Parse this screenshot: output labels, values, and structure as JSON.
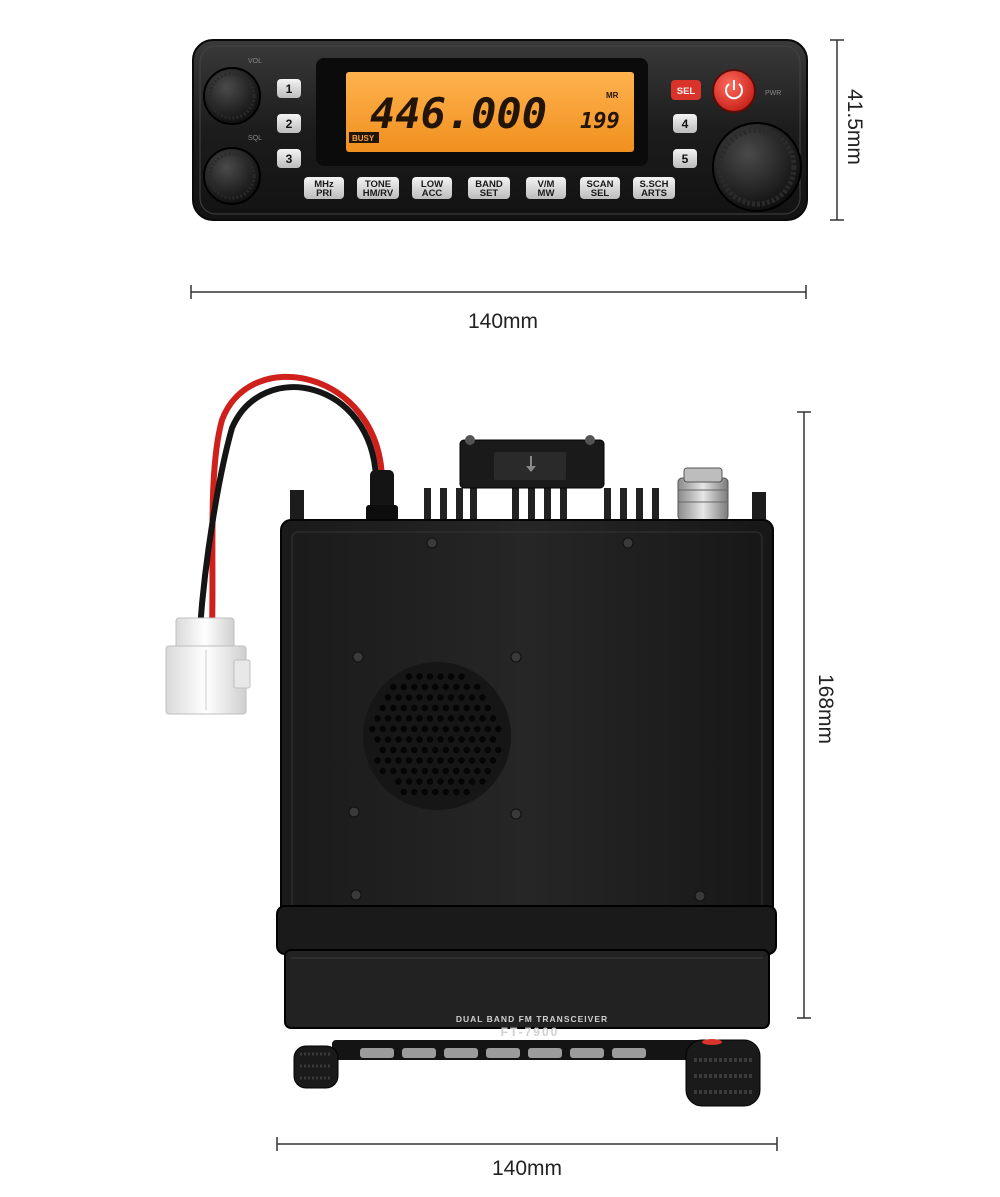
{
  "dimensions": {
    "front_height": "41.5mm",
    "front_width": "140mm",
    "top_depth": "168mm",
    "top_width": "140mm"
  },
  "front_panel": {
    "frequency": "446.000",
    "channel": "199",
    "mode_indicator": "MR",
    "busy_indicator": "BUSY",
    "vol_label": "VOL",
    "sql_label": "SQL",
    "pwr_label": "PWR",
    "sel_label": "SEL",
    "number_keys": [
      "1",
      "2",
      "3",
      "4",
      "5"
    ],
    "function_keys": [
      {
        "top": "MHz",
        "bottom": "PRI"
      },
      {
        "top": "TONE",
        "bottom": "HM/RV"
      },
      {
        "top": "LOW",
        "bottom": "ACC"
      },
      {
        "top": "BAND",
        "bottom": "SET"
      },
      {
        "top": "V/M",
        "bottom": "MW"
      },
      {
        "top": "SCAN",
        "bottom": "SEL"
      },
      {
        "top": "S.SCH",
        "bottom": "ARTS"
      }
    ],
    "colors": {
      "lcd": "#f7a23a",
      "power_button": "#e8322b",
      "body": "#1f1f1f"
    }
  },
  "top_view": {
    "subtitle": "DUAL BAND FM TRANSCEIVER",
    "model": "FT-7900"
  }
}
